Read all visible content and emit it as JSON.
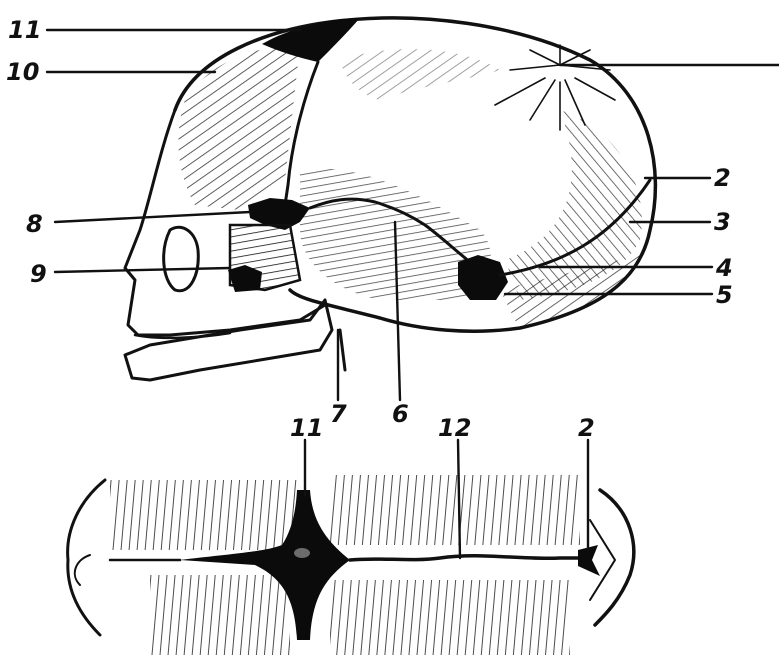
{
  "figure": {
    "colors": {
      "ink": "#111111",
      "fontanelle": "#0b0b0b",
      "paper": "#ffffff"
    },
    "lateral_view": {
      "labels": [
        "11",
        "10",
        "2",
        "8",
        "3",
        "9",
        "4",
        "5",
        "7",
        "6"
      ]
    },
    "superior_view": {
      "labels": [
        "11",
        "12",
        "2"
      ]
    }
  }
}
